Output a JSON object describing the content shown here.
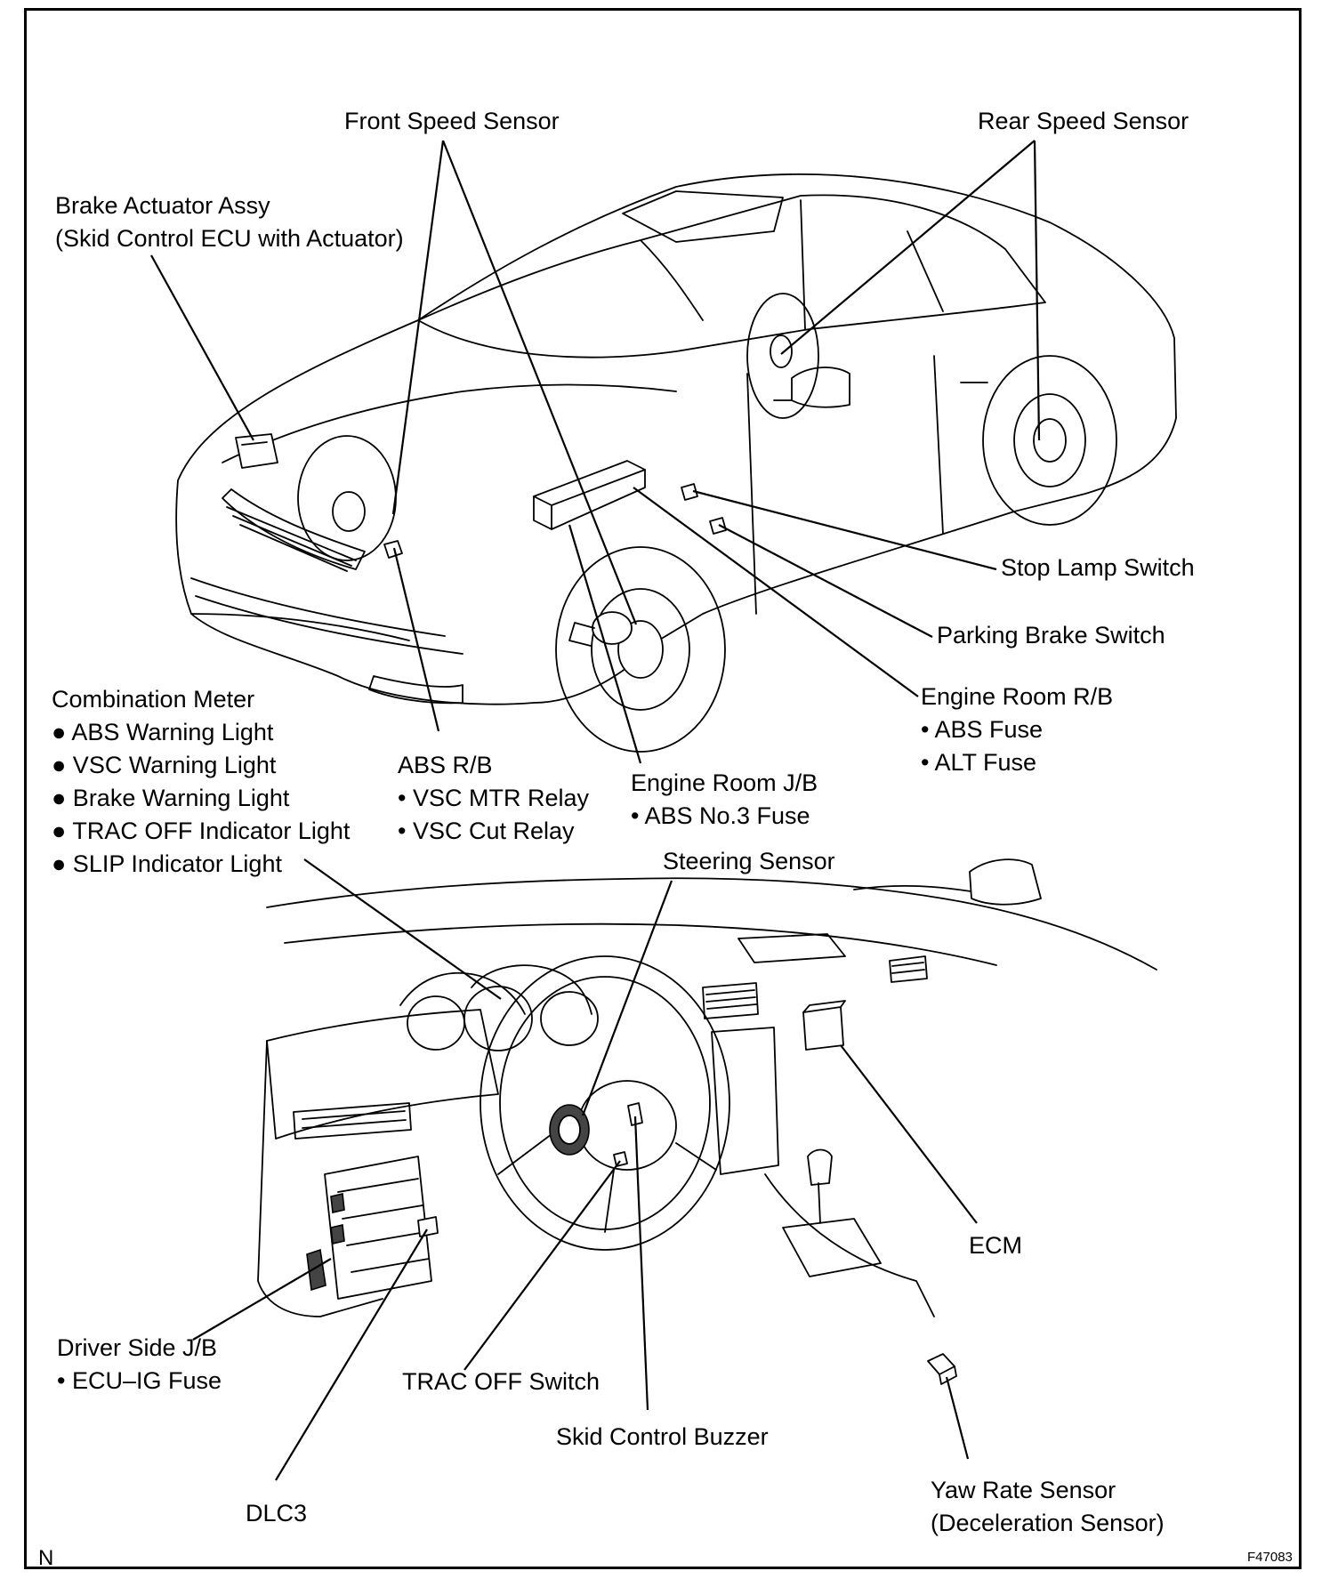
{
  "labels": {
    "front_speed_sensor": "Front Speed Sensor",
    "rear_speed_sensor": "Rear Speed Sensor",
    "brake_actuator": [
      "Brake Actuator Assy",
      "(Skid Control ECU with Actuator)"
    ],
    "stop_lamp_switch": "Stop Lamp Switch",
    "parking_brake_switch": "Parking Brake Switch",
    "engine_room_rb": [
      "Engine Room R/B",
      "• ABS Fuse",
      "• ALT Fuse"
    ],
    "combination_meter": [
      "Combination Meter",
      "● ABS Warning Light",
      "● VSC Warning Light",
      "● Brake Warning Light",
      "● TRAC OFF Indicator Light",
      "● SLIP Indicator Light"
    ],
    "abs_rb": [
      "ABS R/B",
      "• VSC MTR Relay",
      "• VSC Cut Relay"
    ],
    "engine_room_jb": [
      "Engine Room J/B",
      "• ABS No.3 Fuse"
    ],
    "steering_sensor": "Steering Sensor",
    "ecm": "ECM",
    "driver_side_jb": [
      "Driver Side J/B",
      "• ECU–IG Fuse"
    ],
    "trac_off_switch": "TRAC OFF Switch",
    "skid_control_buzzer": "Skid Control Buzzer",
    "dlc3": "DLC3",
    "yaw_rate_sensor": [
      "Yaw Rate Sensor",
      "(Deceleration Sensor)"
    ]
  },
  "corner_marks": {
    "bottom_left": "N",
    "figure_id": "F47083"
  }
}
